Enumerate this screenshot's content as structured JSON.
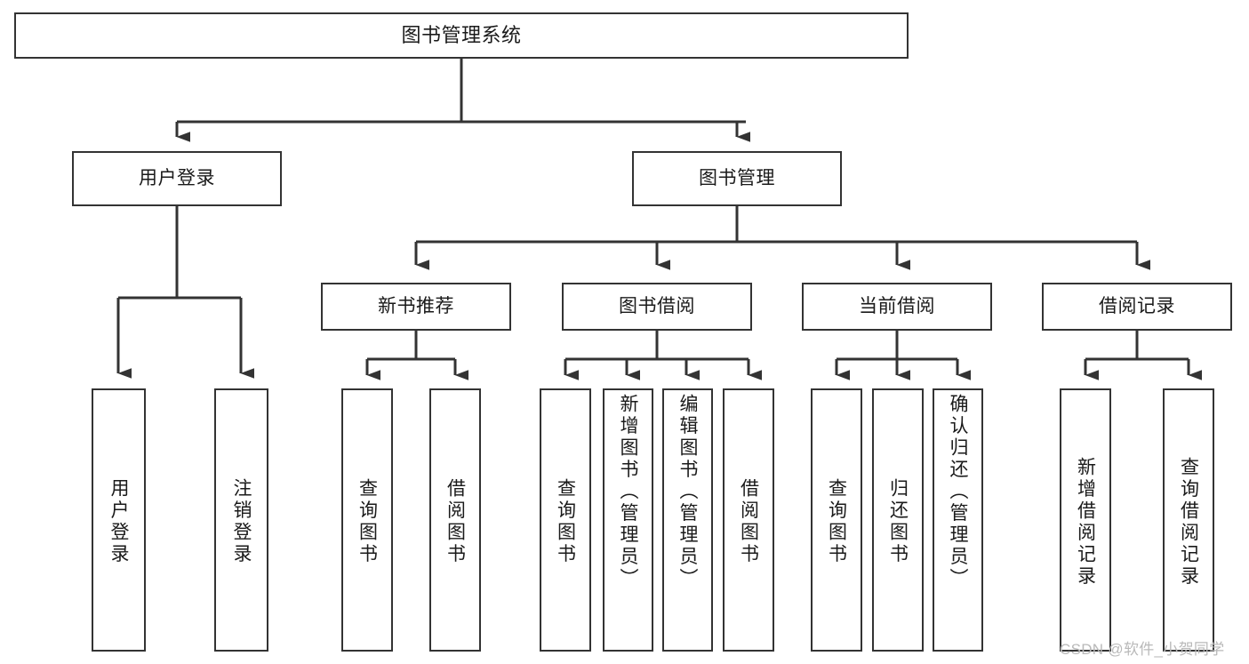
{
  "diagram": {
    "title": "图书管理系统",
    "type": "hierarchy-tree",
    "colors": {
      "box_border": "#333333",
      "box_fill": "#ffffff",
      "connector": "#333333",
      "background": "#ffffff",
      "watermark": "#b9b9b9"
    },
    "nodes": {
      "root": {
        "label": "图书管理系统"
      },
      "level1": [
        {
          "id": "user-login",
          "label": "用户登录"
        },
        {
          "id": "book-manage",
          "label": "图书管理"
        }
      ],
      "level2": [
        {
          "id": "new-book-rec",
          "label": "新书推荐"
        },
        {
          "id": "book-borrow",
          "label": "图书借阅"
        },
        {
          "id": "current-borrow",
          "label": "当前借阅"
        },
        {
          "id": "borrow-record",
          "label": "借阅记录"
        }
      ],
      "leaves": {
        "user_login": [
          {
            "id": "leaf-user-login",
            "label": "用户登录"
          },
          {
            "id": "leaf-logout",
            "label": "注销登录"
          }
        ],
        "new_book_rec": [
          {
            "id": "leaf-query-book-1",
            "label": "查询图书"
          },
          {
            "id": "leaf-borrow-book-1",
            "label": "借阅图书"
          }
        ],
        "book_borrow": [
          {
            "id": "leaf-query-book-2",
            "label": "查询图书"
          },
          {
            "id": "leaf-add-book",
            "label": "新增图书（管理员）"
          },
          {
            "id": "leaf-edit-book",
            "label": "编辑图书（管理员）"
          },
          {
            "id": "leaf-borrow-book-2",
            "label": "借阅图书"
          }
        ],
        "current_borrow": [
          {
            "id": "leaf-query-book-3",
            "label": "查询图书"
          },
          {
            "id": "leaf-return-book",
            "label": "归还图书"
          },
          {
            "id": "leaf-confirm-return",
            "label": "确认归还（管理员）"
          }
        ],
        "borrow_record": [
          {
            "id": "leaf-add-record",
            "label": "新增借阅记录"
          },
          {
            "id": "leaf-query-record",
            "label": "查询借阅记录"
          }
        ]
      }
    },
    "watermark": "CSDN @软件_小贺同学"
  }
}
